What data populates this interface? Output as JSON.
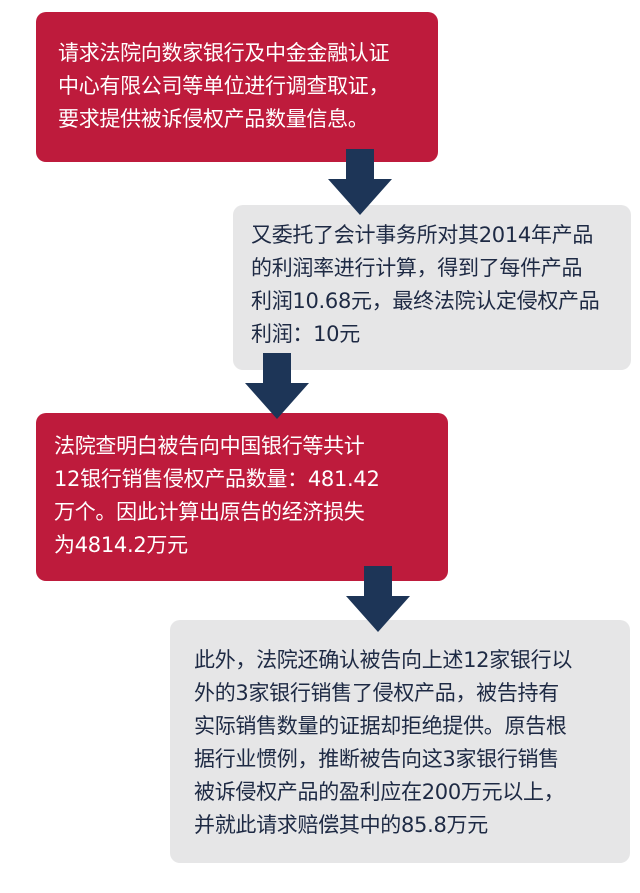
{
  "colors": {
    "red_box": "#be1b3c",
    "gray_box": "#e6e6e7",
    "arrow": "#1d3557",
    "gray_text": "#1e2a44"
  },
  "boxes": [
    {
      "lines": [
        "请求法院向数家银行及中金金融认证",
        "中心有限公司等单位进行调查取证，",
        "要求提供被诉侵权产品数量信息。"
      ]
    },
    {
      "lines": [
        "又委托了会计事务所对其2014年产品",
        "的利润率进行计算，得到了每件产品",
        "利润10.68元，最终法院认定侵权产品",
        "利润：10元"
      ]
    },
    {
      "lines": [
        "法院查明白被告向中国银行等共计",
        "12银行销售侵权产品数量：481.42",
        "万个。因此计算出原告的经济损失",
        "为4814.2万元"
      ]
    },
    {
      "lines": [
        "此外，法院还确认被告向上述12家银行以",
        "外的3家银行销售了侵权产品，被告持有",
        "实际销售数量的证据却拒绝提供。原告根",
        "据行业惯例，推断被告向这3家银行销售",
        "被诉侵权产品的盈利应在200万元以上，",
        "并就此请求赔偿其中的85.8万元"
      ]
    }
  ],
  "icons": {
    "arrow": "arrow-down-icon"
  }
}
